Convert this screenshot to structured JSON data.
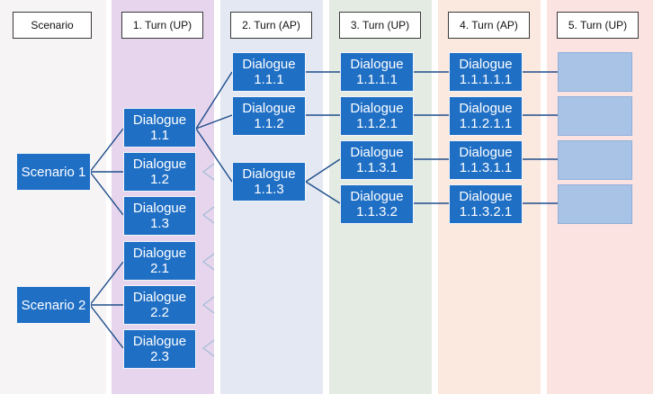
{
  "columns": [
    {
      "header": "Scenario",
      "bg": "#f6f4f4"
    },
    {
      "header": "1. Turn (UP)",
      "bg": "#e6d5ec"
    },
    {
      "header": "2. Turn (AP)",
      "bg": "#e4e8f2"
    },
    {
      "header": "3. Turn (UP)",
      "bg": "#e4ebe3"
    },
    {
      "header": "4. Turn (AP)",
      "bg": "#fbe8de"
    },
    {
      "header": "5. Turn (UP)",
      "bg": "#fbe3e2"
    }
  ],
  "nodes": {
    "s1": "Scenario 1",
    "s2": "Scenario 2",
    "d11": "Dialogue\n1.1",
    "d12": "Dialogue\n1.2",
    "d13": "Dialogue\n1.3",
    "d21": "Dialogue\n2.1",
    "d22": "Dialogue\n2.2",
    "d23": "Dialogue\n2.3",
    "d111": "Dialogue\n1.1.1",
    "d112": "Dialogue\n1.1.2",
    "d113": "Dialogue\n1.1.3",
    "d1111": "Dialogue\n1.1.1.1",
    "d1121": "Dialogue\n1.1.2.1",
    "d1131": "Dialogue\n1.1.3.1",
    "d1132": "Dialogue\n1.1.3.2",
    "d11111": "Dialogue\n1.1.1.1.1",
    "d11211": "Dialogue\n1.1.2.1.1",
    "d11311": "Dialogue\n1.1.3.1.1",
    "d11321": "Dialogue\n1.1.3.2.1"
  },
  "colors": {
    "node": "#1f6fc5",
    "node_empty": "#a9c3e6",
    "line": "#1f4e8c",
    "line_faint": "#a6bcd8"
  }
}
